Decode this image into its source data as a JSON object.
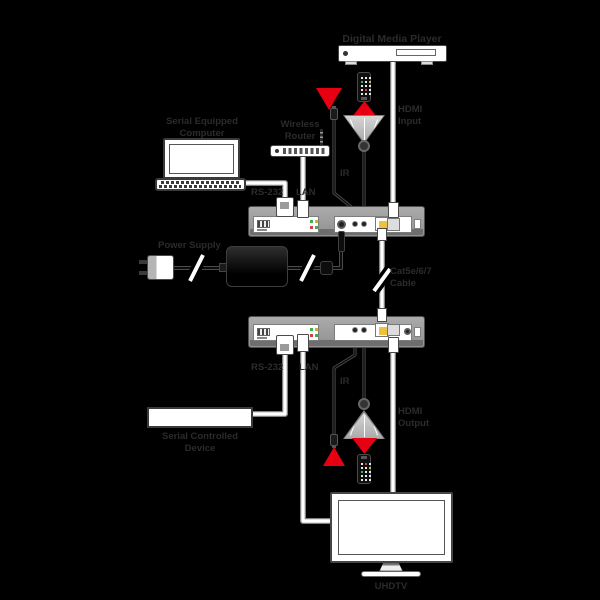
{
  "diagram": {
    "background_color": "#000000",
    "accent_red": "#e60012",
    "label_color": "#2b2b2b",
    "devices": {
      "media_player": "Digital Media Player",
      "serial_computer": "Serial Equipped Computer",
      "wireless_router": "Wireless Router",
      "power_supply": "Power Supply",
      "serial_device": "Serial Controlled Device",
      "tv": "UHDTV"
    },
    "cables": {
      "rs232_top": "RS-232",
      "lan_top": "LAN",
      "ir_top": "IR",
      "hdmi_input": "HDMI Input",
      "cat": "Cat5e/6/7 Cable",
      "rs232_bottom": "RS-232",
      "lan_bottom": "LAN",
      "ir_bottom": "IR",
      "hdmi_output": "HDMI Output"
    }
  }
}
